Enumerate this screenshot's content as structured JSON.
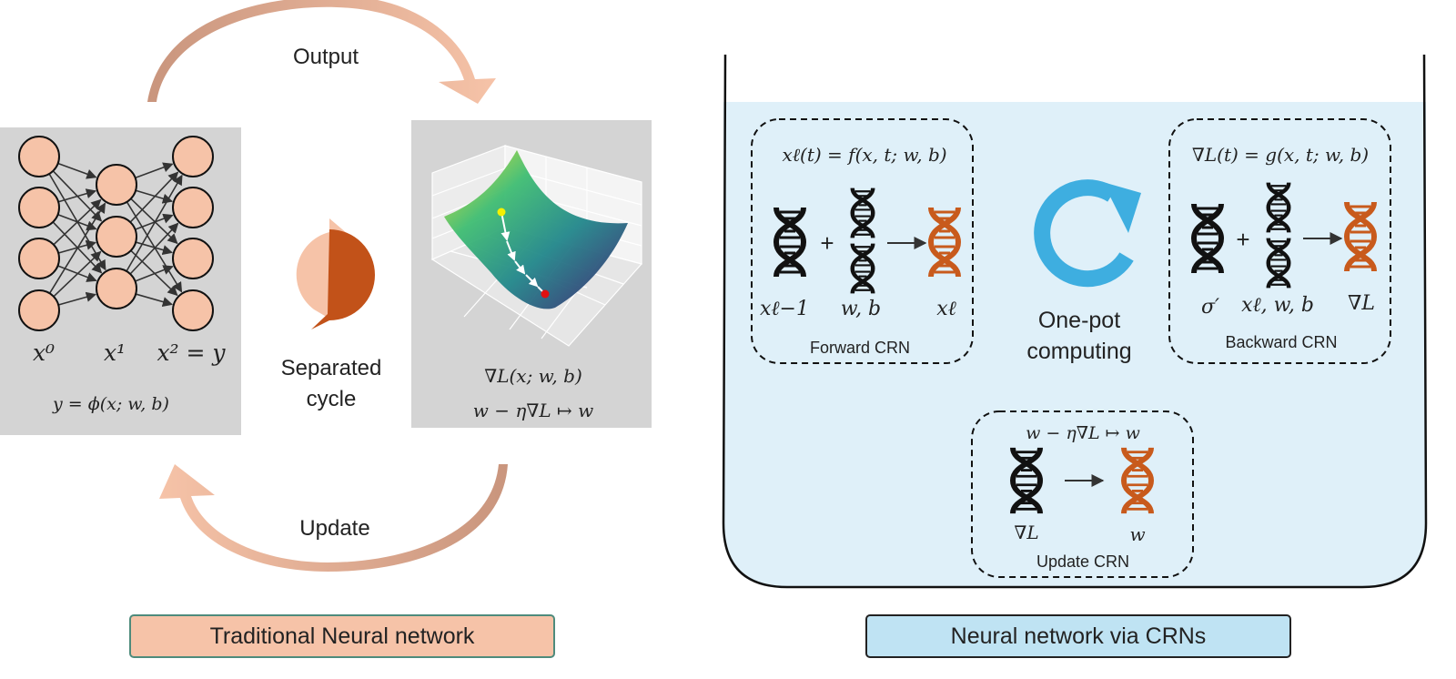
{
  "left_panel": {
    "top_arrow_label": "Output",
    "bottom_arrow_label": "Update",
    "cycle_label_line1": "Separated",
    "cycle_label_line2": "cycle",
    "network": {
      "layer_labels": [
        "x⁰",
        "x¹",
        "x² = y"
      ],
      "equation": "y = ϕ(x; w, b)"
    },
    "loss_panel": {
      "gradient": "∇L(x; w, b)",
      "update_rule": "w − η∇L ↦ w"
    },
    "caption": "Traditional Neural network"
  },
  "right_panel": {
    "forward_crn": {
      "equation": "xℓ(t) = f(x, t; w, b)",
      "reactant1": "xℓ−1",
      "reactant2": "w, b",
      "product": "xℓ",
      "label": "Forward CRN"
    },
    "center_label_line1": "One-pot",
    "center_label_line2": "computing",
    "backward_crn": {
      "equation": "∇L(t) = g(x, t; w, b)",
      "reactant1": "σ′",
      "reactant2": "xℓ, w, b",
      "product": "∇L",
      "label": "Backward CRN"
    },
    "update_crn": {
      "equation": "w − η∇L ↦ w",
      "reactant": "∇L",
      "product": "w",
      "label": "Update CRN"
    },
    "caption": "Neural network via CRNs"
  },
  "colors": {
    "node_fill": "#f6c3a8",
    "cycle_dark": "#c25219",
    "panel_gray": "#d4d4d4",
    "pot_water": "#dff0f9",
    "dna_black": "#111111",
    "dna_orange": "#c85a1c",
    "cycle_blue": "#3eaee0",
    "left_caption_bg": "#f6c3a8",
    "right_caption_bg": "#bfe3f3"
  }
}
